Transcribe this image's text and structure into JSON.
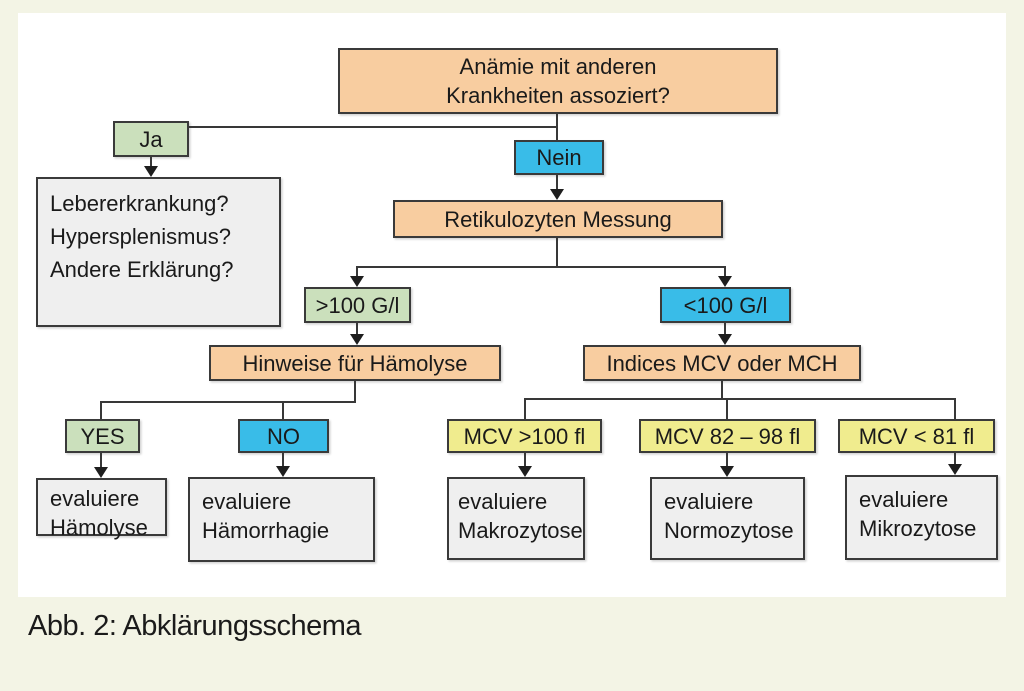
{
  "caption": "Abb. 2: Abklärungsschema",
  "colors": {
    "background": "#F3F4E5",
    "panel": "#FFFFFF",
    "node_question": "#F8CDA0",
    "node_positive": "#CBE0BC",
    "node_negative": "#39BCE8",
    "node_mcv": "#F0EC8E",
    "node_result": "#EFEFEF",
    "connector": "#383838"
  },
  "nodes": {
    "root": {
      "line1": "Anämie mit anderen",
      "line2": "Krankheiten assoziert?"
    },
    "ja": "Ja",
    "nein": "Nein",
    "differential": {
      "line1": "Lebererkrankung?",
      "line2": "Hypersplenismus?",
      "line3": "Andere Erklärung?"
    },
    "retikulozyten": "Retikulozyten Messung",
    "reti_high": ">100 G/l",
    "reti_low": "<100 G/l",
    "hinweise": "Hinweise für Hämolyse",
    "indices": "Indices MCV oder MCH",
    "yes": "YES",
    "no": "NO",
    "mcv_high": "MCV >100 fl",
    "mcv_normal": "MCV 82 – 98 fl",
    "mcv_low": "MCV < 81 fl",
    "ev_haemolyse": {
      "line1": "evaluiere",
      "line2": "Hämolyse"
    },
    "ev_haemorrhagie": {
      "line1": "evaluiere",
      "line2": "Hämorrhagie"
    },
    "ev_makrozytose": {
      "line1": "evaluiere",
      "line2": "Makrozytose"
    },
    "ev_normozytose": {
      "line1": "evaluiere",
      "line2": "Normozytose"
    },
    "ev_mikrozytose": {
      "line1": "evaluiere",
      "line2": "Mikrozytose"
    }
  }
}
